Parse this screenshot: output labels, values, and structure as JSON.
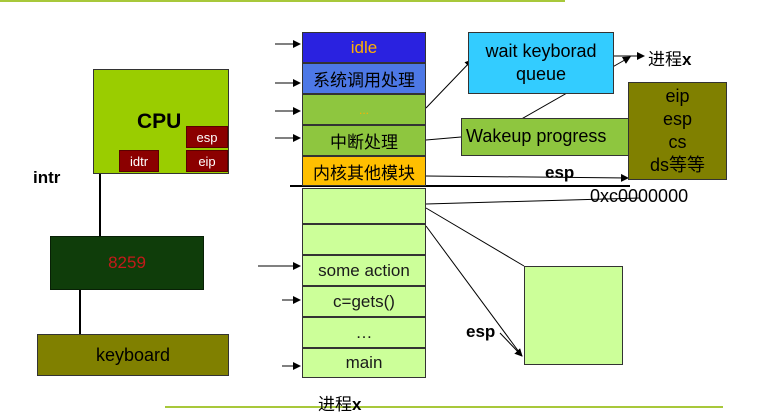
{
  "cpu": {
    "label": "CPU",
    "regs": {
      "esp": "esp",
      "eip": "eip",
      "idtr": "idtr"
    }
  },
  "intr_label": "intr",
  "pic_label": "8259",
  "keyboard_label": "keyboard",
  "kernel_stack": {
    "cells": [
      "idle",
      "系统调用处理",
      "...",
      "中断处理",
      "内核其他模块"
    ]
  },
  "user_stack": {
    "cells": [
      "",
      "",
      "some action",
      "c=gets()",
      "…",
      "main"
    ],
    "caption": "进程",
    "caption_bold": "x"
  },
  "wait_queue_label": "wait keyborad queue",
  "wait_target": "进程",
  "wait_target_bold": "x",
  "wakeup_label": "Wakeup progress",
  "saved_context": {
    "lines": [
      "eip",
      "esp",
      "cs",
      "ds等等"
    ]
  },
  "esp_label": "esp",
  "esp_label_2": "esp",
  "boundary_address": "0xc0000000",
  "colors": {
    "accent_line": "#a8c83a",
    "cpu": "#9acd00",
    "idle": "#2a22e0",
    "syscall": "#4d78e6",
    "interrupt": "#8ec63f",
    "kernel_other": "#ffbf00",
    "stack_cell": "#ccff99",
    "wait": "#33ccff",
    "context": "#808000",
    "pic": "#0f3d0a",
    "keyboard": "#808000",
    "reg": "#8b0000"
  }
}
